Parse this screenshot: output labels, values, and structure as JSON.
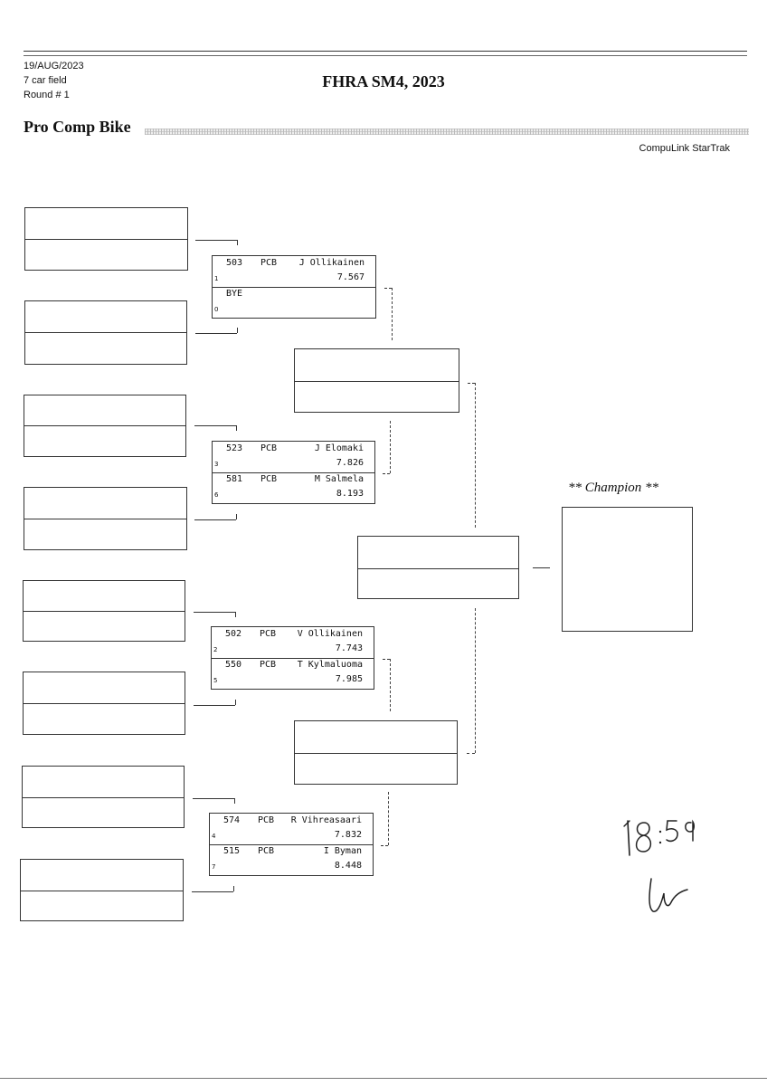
{
  "header": {
    "date": "19/AUG/2023",
    "field": "7 car field",
    "round": "Round # 1",
    "title": "FHRA SM4, 2023",
    "class_name": "Pro Comp Bike",
    "software": "CompuLink StarTrak"
  },
  "round1": [
    {
      "top": {
        "number": "503",
        "class": "PCB",
        "name": "J Ollikainen",
        "et": "7.567",
        "seed": "1"
      },
      "bottom": {
        "bye": "BYE",
        "seed": "0"
      }
    },
    {
      "top": {
        "number": "523",
        "class": "PCB",
        "name": "J Elomaki",
        "et": "7.826",
        "seed": "3"
      },
      "bottom": {
        "number": "581",
        "class": "PCB",
        "name": "M Salmela",
        "et": "8.193",
        "seed": "6"
      }
    },
    {
      "top": {
        "number": "502",
        "class": "PCB",
        "name": "V Ollikainen",
        "et": "7.743",
        "seed": "2"
      },
      "bottom": {
        "number": "550",
        "class": "PCB",
        "name": "T Kylmaluoma",
        "et": "7.985",
        "seed": "5"
      }
    },
    {
      "top": {
        "number": "574",
        "class": "PCB",
        "name": "R Vihreasaari",
        "et": "7.832",
        "seed": "4"
      },
      "bottom": {
        "number": "515",
        "class": "PCB",
        "name": "I Byman",
        "et": "8.448",
        "seed": "7"
      }
    }
  ],
  "champion": {
    "label": "** Champion **"
  },
  "handwriting": {
    "time": "18:59",
    "initials": "Ur"
  }
}
